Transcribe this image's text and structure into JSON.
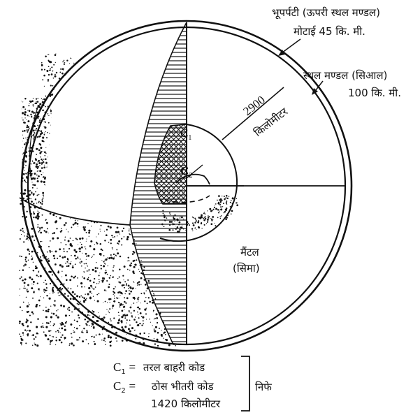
{
  "labels": {
    "crust_line1": "भूपर्पटी (ऊपरी स्थल मण्डल)",
    "crust_line2": "मोटाई 45 कि. मी.",
    "lithosphere_line1": "स्थल मण्डल (सिआल)",
    "lithosphere_line2": "100 कि. मी.",
    "depth_value": "2900",
    "depth_unit": "किलोमीटर",
    "mantle_line1": "मैंटल",
    "mantle_line2": "(सिमा)",
    "core1_letter": "C",
    "core1_sub": "1",
    "core2_letter": "C",
    "core2_sub": "2"
  },
  "legend": {
    "c1_letter": "C",
    "c1_sub": "1",
    "c1_eq": "=",
    "c1_text": "तरल बाहरी कोड",
    "c2_letter": "C",
    "c2_sub": "2",
    "c2_eq": "=",
    "c2_text": "ठोस भीतरी कोड",
    "c2_thickness": "1420 किलोमीटर",
    "nife": "निफे"
  },
  "colors": {
    "ink": "#111111",
    "paper": "#ffffff"
  }
}
